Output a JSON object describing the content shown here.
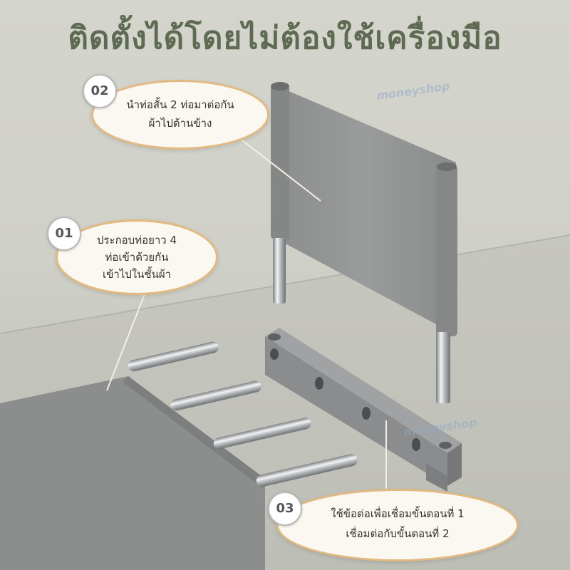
{
  "title": "ติดตั้งได้โดยไม่ต้องใช้เครื่องมือ",
  "steps": [
    {
      "number": "01",
      "lines": [
        "ประกอบท่อยาว 4",
        "ท่อเข้าด้วยกัน",
        "เข้าไปในชั้นผ้า"
      ]
    },
    {
      "number": "02",
      "lines": [
        "นำท่อสั้น 2 ท่อมาต่อกัน",
        "ผ้าไปด้านข้าง"
      ]
    },
    {
      "number": "03",
      "lines": [
        "ใช้ข้อต่อเพื่อเชื่อมขั้นตอนที่ 1",
        "เชื่อมต่อกับขั้นตอนที่ 2"
      ]
    }
  ],
  "watermark": "moneyshop",
  "colors": {
    "title": "#5f6a52",
    "bubble_border": "#e2b980",
    "bubble_fill": "#fbf8f1",
    "fabric": "#8e8f8f",
    "connector": "#8a8c8d"
  }
}
